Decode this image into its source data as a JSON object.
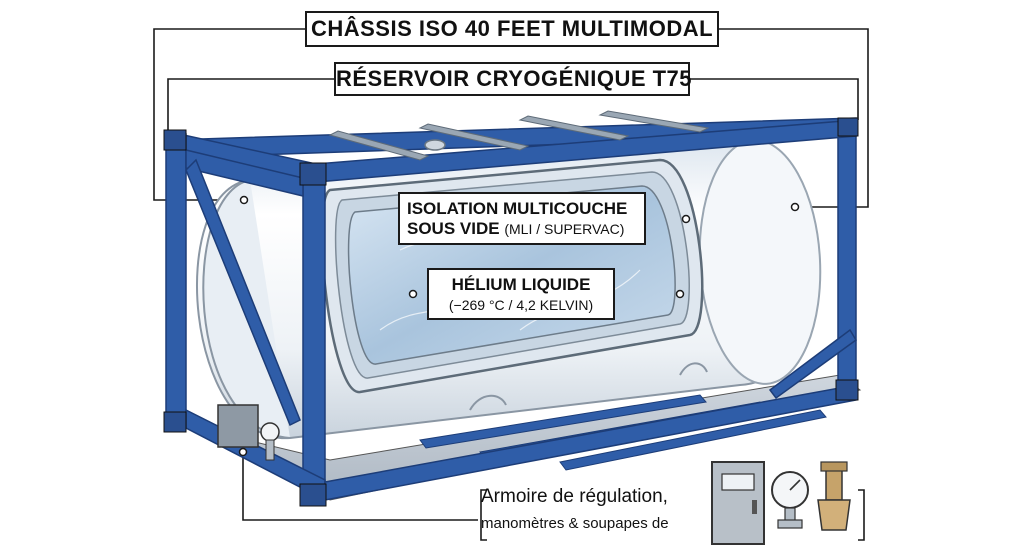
{
  "labels": {
    "chassis": "CHÂSSIS ISO 40 FEET MULTIMODAL",
    "reservoir": "RÉSERVOIR CRYOGÉNIQUE T75",
    "isolation_line1": "ISOLATION MULTICOUCHE",
    "isolation_line2": "SOUS VIDE",
    "isolation_sub": "(MLI / SUPERVAC)",
    "helium_line1": "HÉLIUM LIQUIDE",
    "helium_sub": "(−269 °C / 4,2 KELVIN)",
    "armoire_line1": "Armoire de régulation,",
    "armoire_line2": "manomètres & soupapes de"
  },
  "colors": {
    "frame_blue": "#2f5da8",
    "frame_dark": "#1d3d78",
    "tank_white": "#eef3f8",
    "helium_blue": "#b8cfe4",
    "outline": "#1a1a1a"
  }
}
